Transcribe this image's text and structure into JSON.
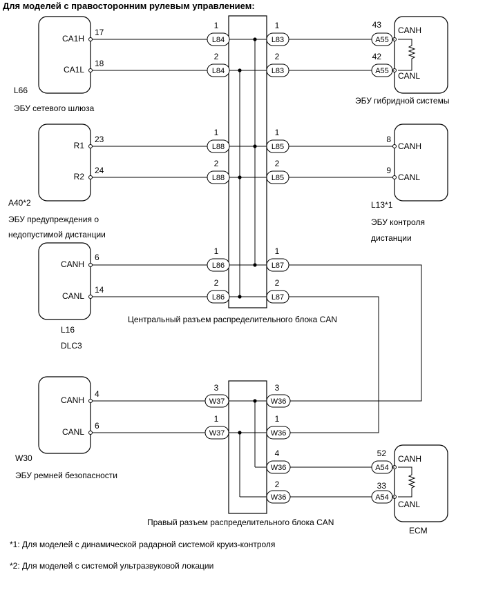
{
  "title": "Для моделей с правосторонним рулевым управлением:",
  "ecus": {
    "gateway": {
      "code": "L66",
      "name": "ЭБУ сетевого шлюза",
      "pin1": "CA1H",
      "pin2": "CA1L",
      "num1": "17",
      "num2": "18"
    },
    "hybrid": {
      "name": "ЭБУ гибридной системы",
      "pin1": "CANH",
      "pin2": "CANL",
      "num1": "43",
      "num2": "42",
      "conn": "A55"
    },
    "prewarn": {
      "code": "A40*2",
      "name1": "ЭБУ предупреждения о",
      "name2": "недопустимой дистанции",
      "pin1": "R1",
      "pin2": "R2",
      "num1": "23",
      "num2": "24"
    },
    "distance": {
      "code": "L13*1",
      "name1": "ЭБУ контроля",
      "name2": "дистанции",
      "pin1": "CANH",
      "pin2": "CANL",
      "num1": "8",
      "num2": "9"
    },
    "dlc3": {
      "code": "L16",
      "name": "DLC3",
      "pin1": "CANH",
      "pin2": "CANL",
      "num1": "6",
      "num2": "14"
    },
    "seatbelt": {
      "code": "W30",
      "name": "ЭБУ ремней безопасности",
      "pin1": "CANH",
      "pin2": "CANL",
      "num1": "4",
      "num2": "6"
    },
    "ecm": {
      "name": "ECM",
      "pin1": "CANH",
      "pin2": "CANL",
      "num1": "52",
      "num2": "33",
      "conn": "A54"
    }
  },
  "central_block": {
    "label": "Центральный разъем распределительного блока CAN",
    "rows": [
      {
        "left": "L84",
        "right": "L83",
        "num_left": "1",
        "num_right": "1"
      },
      {
        "left": "L84",
        "right": "L83",
        "num_left": "2",
        "num_right": "2"
      },
      {
        "left": "L88",
        "right": "L85",
        "num_left": "1",
        "num_right": "1"
      },
      {
        "left": "L88",
        "right": "L85",
        "num_left": "2",
        "num_right": "2"
      },
      {
        "left": "L86",
        "right": "L87",
        "num_left": "1",
        "num_right": "1"
      },
      {
        "left": "L86",
        "right": "L87",
        "num_left": "2",
        "num_right": "2"
      }
    ]
  },
  "right_block": {
    "label": "Правый разъем распределительного блока CAN",
    "rows": [
      {
        "left": "W37",
        "right": "W36",
        "num_left": "3",
        "num_right": "3"
      },
      {
        "left": "W37",
        "right": "W36",
        "num_left": "1",
        "num_right": "1"
      },
      {
        "right": "W36",
        "num_right": "4"
      },
      {
        "right": "W36",
        "num_right": "2"
      }
    ]
  },
  "footnotes": [
    "*1: Для моделей с динамической радарной системой круиз-контроля",
    "*2: Для моделей с системой ультразвуковой локации"
  ]
}
